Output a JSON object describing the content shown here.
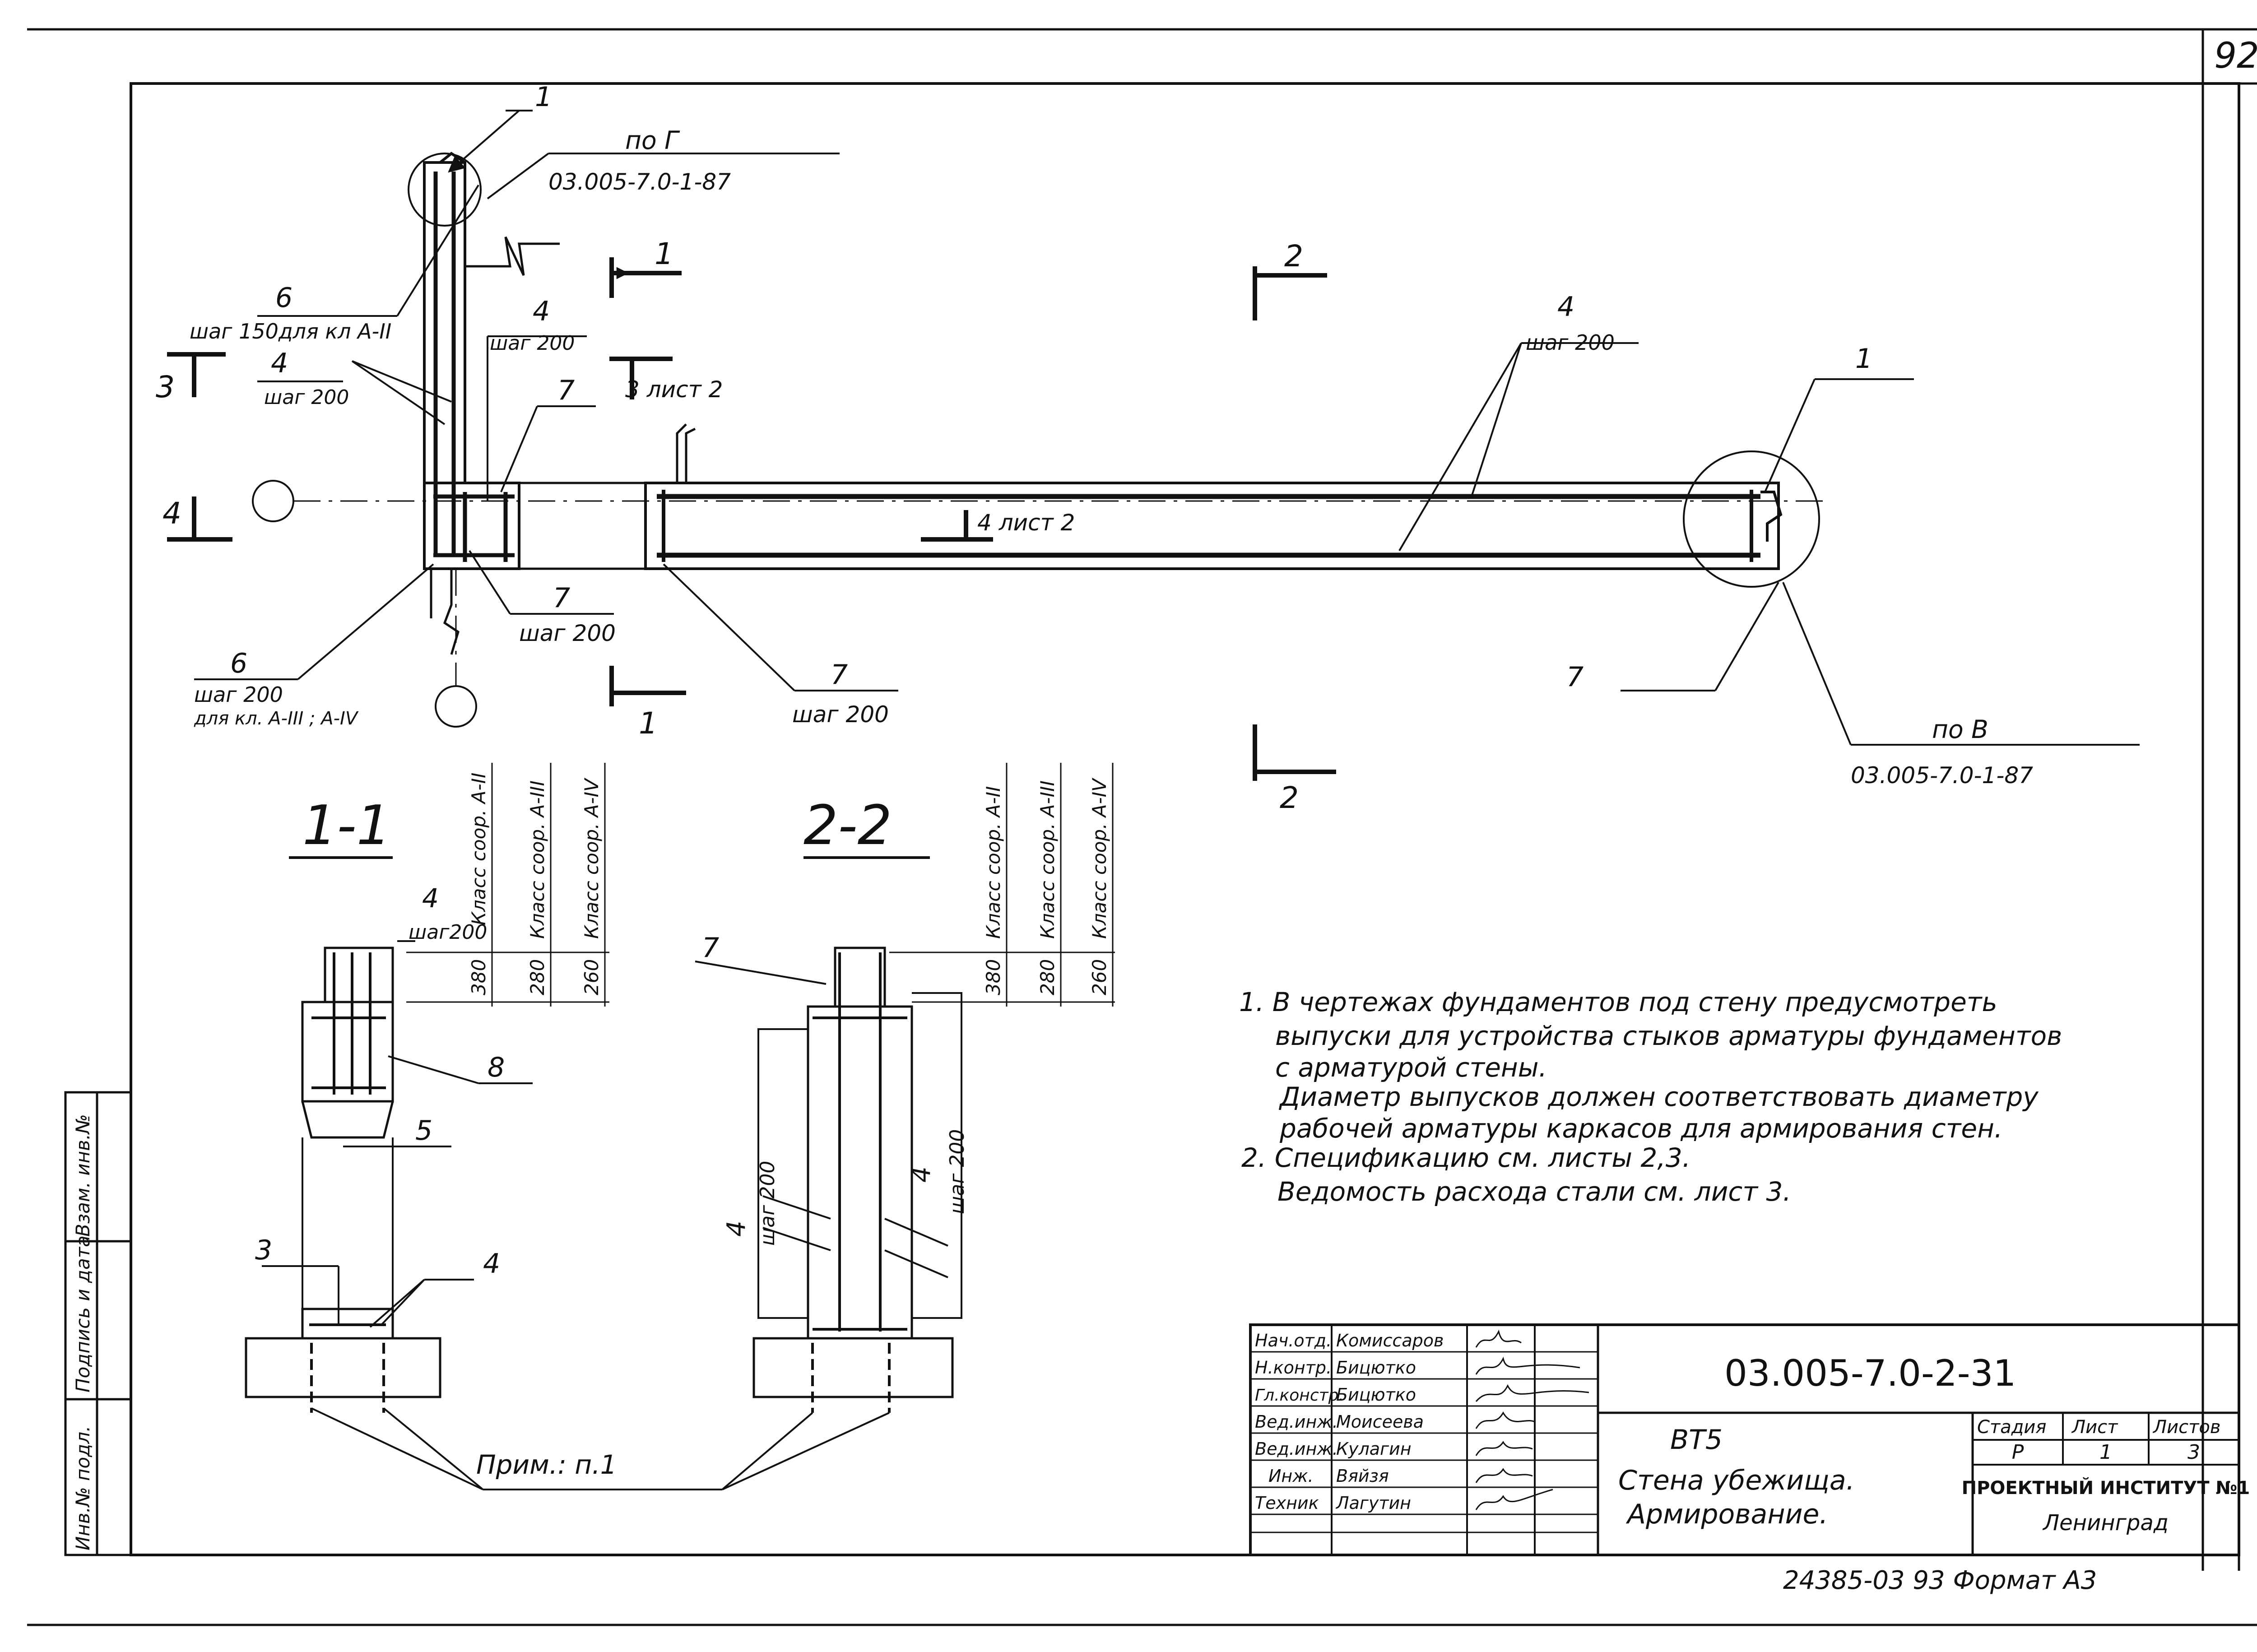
{
  "sheet": {
    "page_number": "92",
    "format": "24385-03 93 Формат А3"
  },
  "plan": {
    "labels": {
      "l1": "1",
      "po_g": "по Г",
      "doc_ref_top": "03.005-7.0-1-87",
      "l6_top": "6",
      "l6_top_text": "шаг 150для кл А-II",
      "l4_left": "4",
      "l4_left_text": "шаг 200",
      "l4_mid": "4",
      "l4_mid_text": "шаг 200",
      "cut3": "3",
      "cut3_ref": "3 лист 2",
      "cut4": "4",
      "cut4_ref": "4 лист 2",
      "l7_a": "7",
      "l7_b": "7",
      "l7_b_text": "шаг 200",
      "l6_bot": "6",
      "l6_bot_text1": "шаг 200",
      "l6_bot_text2": "для кл. А-III ; А-IV",
      "cut1_top": "1",
      "cut1_bot": "1",
      "l7_c": "7",
      "l7_c_text": "шаг 200",
      "cut2_top": "2",
      "cut2_bot": "2",
      "l4_right": "4",
      "l4_right_text": "шаг 200",
      "l1_right": "1",
      "l7_right": "7",
      "po_v": "по В",
      "doc_ref_right": "03.005-7.0-1-87"
    }
  },
  "section_1_1": {
    "title": "1-1",
    "columns": [
      "Класс соор. А-II",
      "Класс соор. А-III",
      "Класс соор. А-IV"
    ],
    "dims": [
      "380",
      "280",
      "260"
    ],
    "labels": {
      "l4": "4",
      "l4_text": "шаг200",
      "l8": "8",
      "l5": "5",
      "l3": "3",
      "l4b": "4"
    }
  },
  "section_2_2": {
    "title": "2-2",
    "columns": [
      "Класс соор. А-II",
      "Класс соор. А-III",
      "Класс соор. А-IV"
    ],
    "dims": [
      "380",
      "280",
      "260"
    ],
    "labels": {
      "l7": "7",
      "l4_left": "4",
      "l4_left_text": "шаг 200",
      "l4_right": "4",
      "l4_right_text": "шаг 200"
    }
  },
  "prim": "Прим.: п.1",
  "notes": [
    "1. В чертежах фундаментов под стену предусмотреть",
    "выпуски для устройства стыков арматуры фундаментов",
    "с арматурой стены.",
    "Диаметр выпусков должен соответствовать диаметру",
    "рабочей арматуры каркасов для армирования стен.",
    "2. Спецификацию см. листы 2,3.",
    "Ведомость расхода стали см. лист 3."
  ],
  "side_stamp": [
    "Инв.№ подл.",
    "Подпись и дата",
    "Взам. инв.№"
  ],
  "title_block": {
    "code": "03.005-7.0-2-31",
    "series": "ВТ5",
    "title_line1": "Стена убежища.",
    "title_line2": "Армирование.",
    "stage_header": "Стадия",
    "sheet_header": "Лист",
    "sheets_header": "Листов",
    "stage": "Р",
    "sheet": "1",
    "sheets": "3",
    "org_line1": "ПРОЕКТНЫЙ ИНСТИТУТ №1",
    "org_line2": "Ленинград",
    "roles": [
      {
        "role": "Нач.отд.",
        "name": "Комиссаров"
      },
      {
        "role": "Н.контр.",
        "name": "Бицютко"
      },
      {
        "role": "Гл.констр.",
        "name": "Бицютко"
      },
      {
        "role": "Вед.инж.",
        "name": "Моисеева"
      },
      {
        "role": "Вед.инж.",
        "name": "Кулагин"
      },
      {
        "role": "Инж.",
        "name": "Вяйзя"
      },
      {
        "role": "Техник",
        "name": "Лагутин"
      }
    ]
  }
}
